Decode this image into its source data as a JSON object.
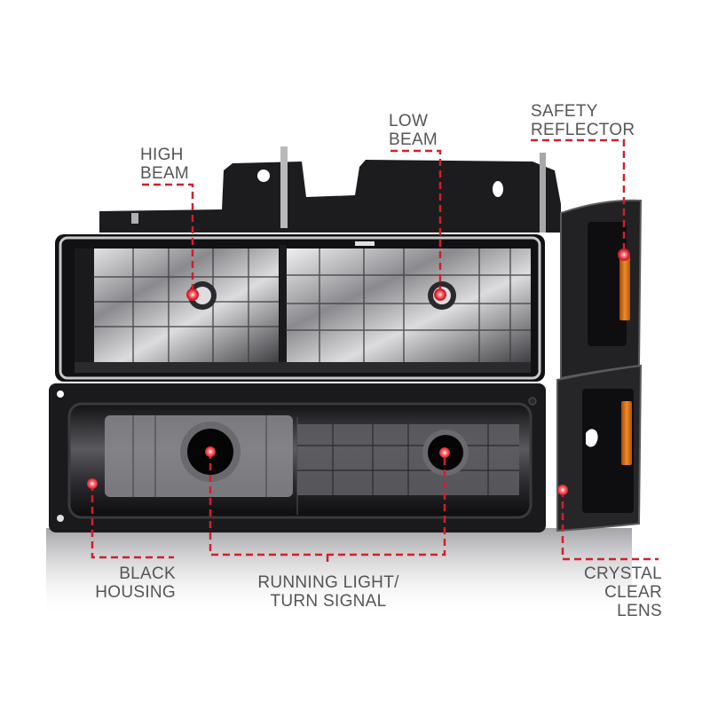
{
  "product": {
    "name": "Headlight / bumper / corner light assembly",
    "view": "front three-quarter product photo with callouts"
  },
  "colors": {
    "callout_red": "#d0202a",
    "label_gray": "#555558",
    "housing_black": "#1a1a1c",
    "amber_reflector": "#d9731a",
    "background": "#ffffff"
  },
  "callouts": [
    {
      "id": "high_beam",
      "lines": [
        "HIGH",
        "BEAM"
      ],
      "align": "left",
      "target": "inner headlamp bulb (left)"
    },
    {
      "id": "low_beam",
      "lines": [
        "LOW",
        "BEAM"
      ],
      "align": "left",
      "target": "inner headlamp bulb (right)"
    },
    {
      "id": "safety_reflector",
      "lines": [
        "SAFETY",
        "REFLECTOR"
      ],
      "align": "left",
      "target": "amber side reflector on upper corner light"
    },
    {
      "id": "black_housing",
      "lines": [
        "BLACK",
        "HOUSING"
      ],
      "align": "right",
      "target": "bumper light housing interior"
    },
    {
      "id": "running_light",
      "lines": [
        "RUNNING LIGHT/",
        "TURN SIGNAL"
      ],
      "align": "center",
      "target": "two bulb sockets in bumper light"
    },
    {
      "id": "clear_lens",
      "lines": [
        "CRYSTAL",
        "CLEAR LENS"
      ],
      "align": "right",
      "target": "lower corner light lens"
    }
  ]
}
